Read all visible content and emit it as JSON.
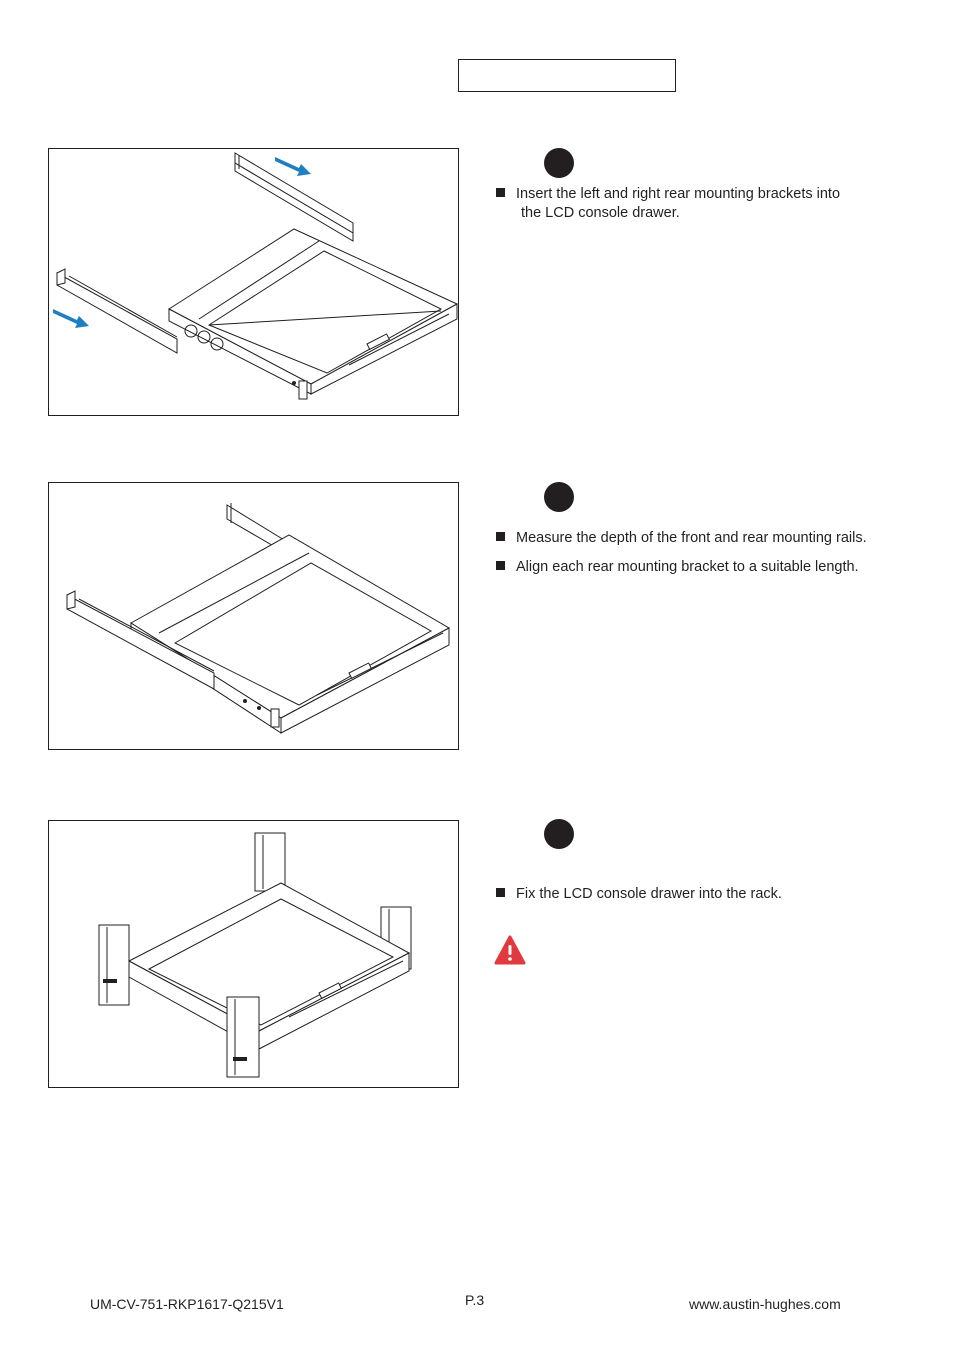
{
  "steps": [
    {
      "bullets": [
        {
          "line1": "Insert the left and right rear mounting brackets into",
          "line2": "the LCD console drawer."
        }
      ]
    },
    {
      "bullets": [
        {
          "line1": "Measure the depth of the front and rear mounting rails."
        },
        {
          "line1": "Align each rear mounting bracket to a suitable length."
        }
      ]
    },
    {
      "bullets": [
        {
          "line1": "Fix the LCD console drawer into the rack."
        }
      ]
    }
  ],
  "colors": {
    "ink": "#231f20",
    "arrow_blue": "#1e7fc3",
    "warning_red": "#e03a3e"
  },
  "icons": {
    "step_marker": "black-circle",
    "warning": "warning-triangle-icon",
    "arrow": "blue-arrow-icon"
  },
  "footer": {
    "doc_code": "UM-CV-751-RKP1617-Q215V1",
    "page": "P.3",
    "website": "www.austin-hughes.com"
  }
}
